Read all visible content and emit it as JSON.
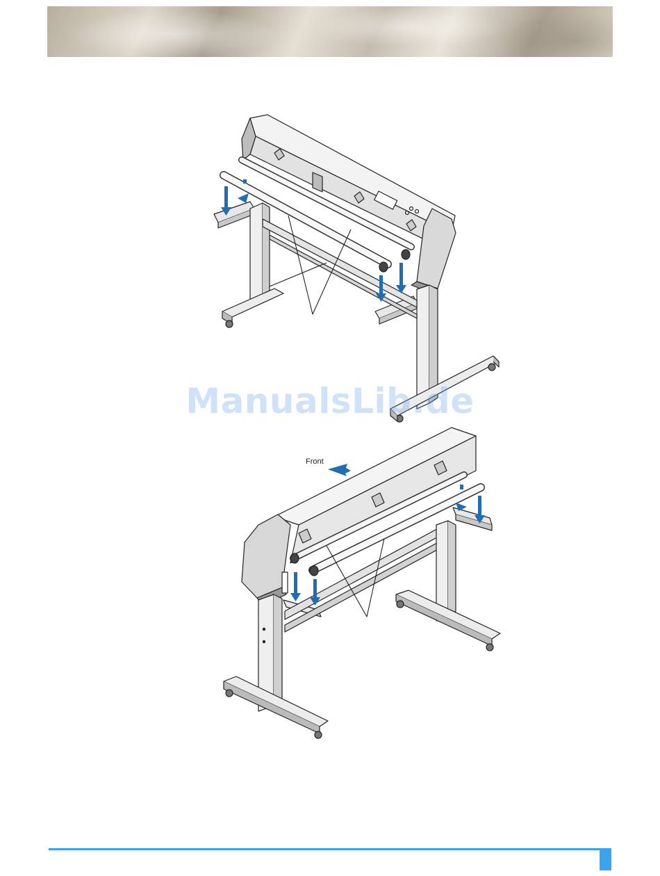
{
  "watermark": {
    "text": "ManualsLib.de"
  },
  "figure_top": {
    "name": "cutter-rear-view-figure"
  },
  "figure_bottom": {
    "front_label": "Front"
  },
  "colors": {
    "arrow": "#1f6db3",
    "footer": "#3aa3ee"
  },
  "icons": {
    "arrow": "down-arrow-icon",
    "front_arrow": "left-arrow-icon"
  }
}
